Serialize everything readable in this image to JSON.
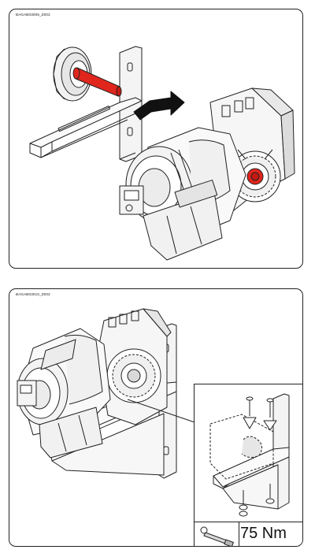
{
  "panels": [
    {
      "code": "BAGAB03005_Z002"
    },
    {
      "code": "BAGAB03010_Z002"
    }
  ],
  "torque": {
    "value": "75 Nm",
    "tool_icon": "torque-wrench-icon"
  },
  "colors": {
    "line": "#222222",
    "highlight": "#e0261d",
    "arrow": "#111111",
    "shade": "#d9d9d9"
  }
}
